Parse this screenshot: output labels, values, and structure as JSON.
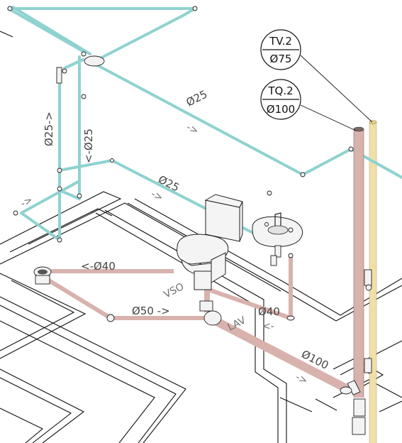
{
  "colors": {
    "cold_water": "#8fd2d0",
    "sewer": "#d8b2ad",
    "ventilation": "#f0e0a6",
    "line_work": "#111111"
  },
  "tags": [
    {
      "code": "TV.2",
      "diameter": "Ø75"
    },
    {
      "code": "TQ.2",
      "diameter": "Ø100"
    }
  ],
  "labels": {
    "cold_main": "Ø25",
    "cold_main_arrow": "->",
    "cold_branch": "Ø25",
    "cold_branch_arrow": "->",
    "riser_left": "Ø25->",
    "riser_right": "<-Ø25",
    "stub_arrow": "->",
    "wc_branch": "<-Ø40",
    "sewer_branch": "Ø50 ->",
    "lav_branch": "Ø40",
    "lav_arrow": "<-",
    "main_sewer": "Ø100",
    "main_sewer_arrow": "->",
    "vso_tag": "VSO",
    "lav_tag": "LAV"
  },
  "icons": [
    "wall-hung-toilet-icon",
    "washbasin-icon",
    "floor-drain-icon"
  ]
}
